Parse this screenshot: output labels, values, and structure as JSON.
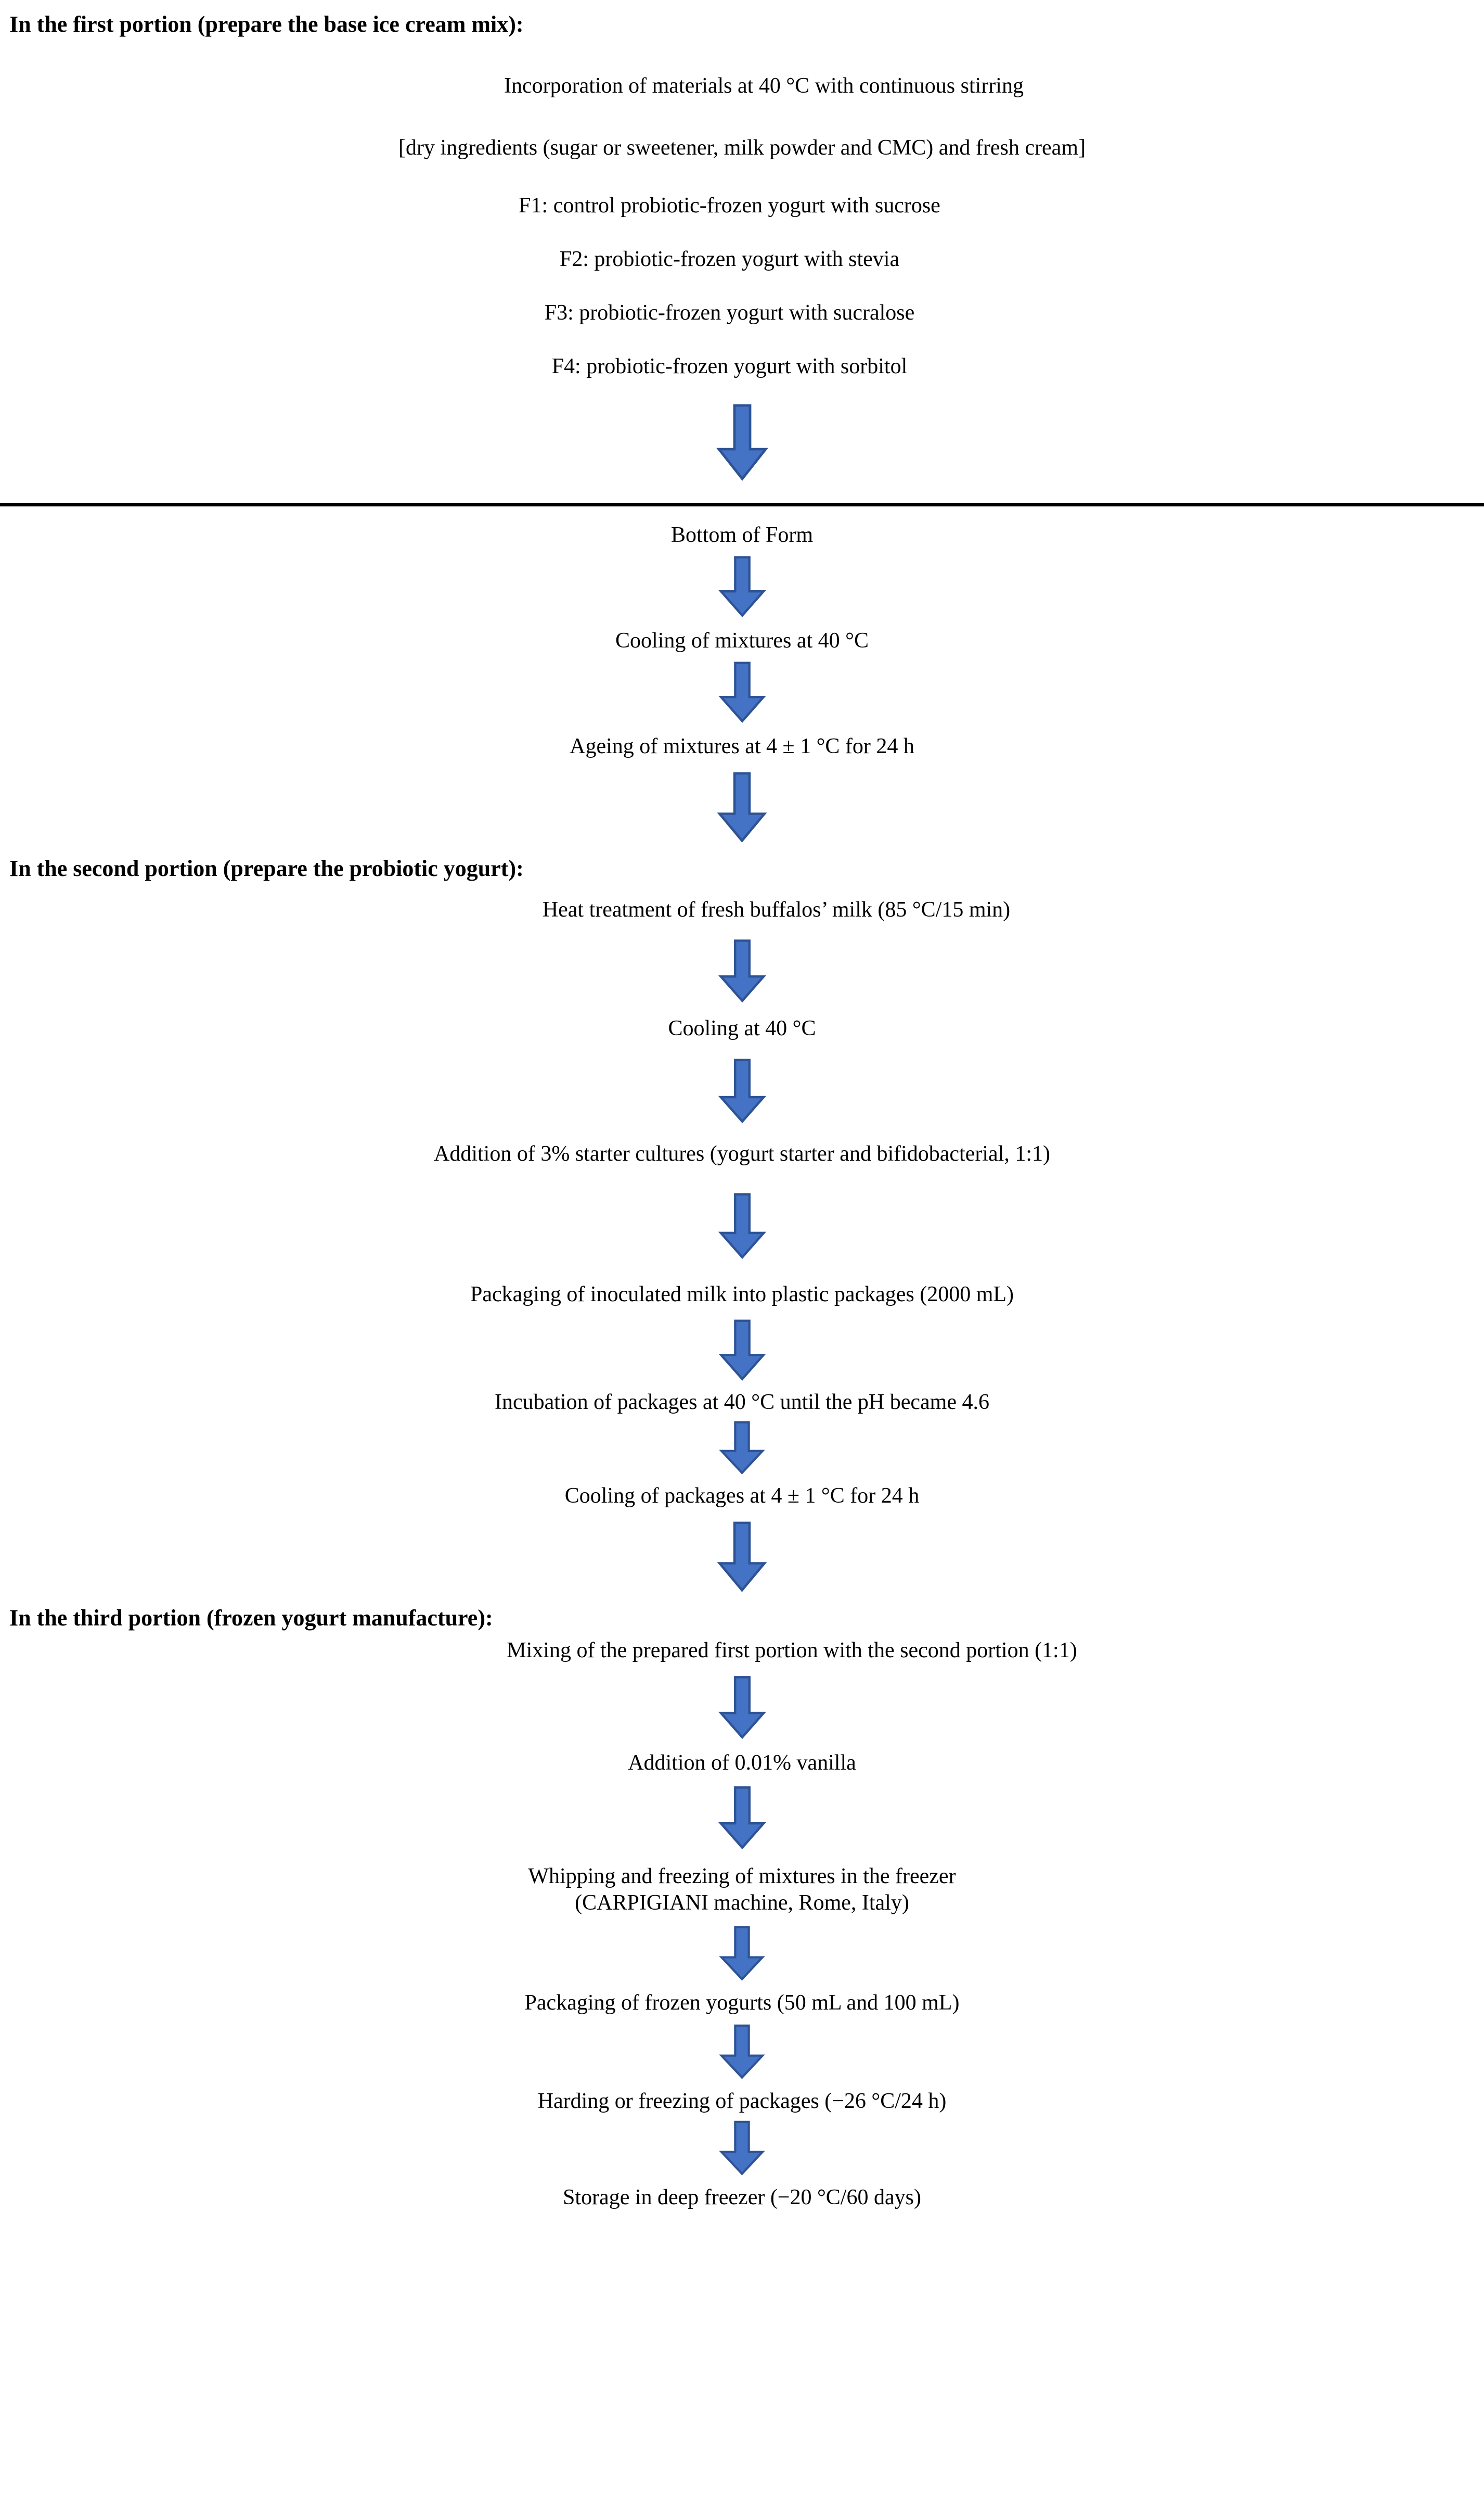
{
  "colors": {
    "arrow_fill": "#4472C4",
    "arrow_outline": "#2E5395",
    "arrow_highlight": "#C7D3EA",
    "text": "#000000",
    "rule": "#000000",
    "background": "#FFFFFF"
  },
  "sections": [
    {
      "id": "first-portion",
      "heading": "In the first portion (prepare the base ice cream mix):",
      "steps": [
        "Incorporation of materials at 40 °C with continuous stirring",
        "[dry ingredients (sugar or sweetener, milk powder and CMC) and fresh cream]",
        "F1: control probiotic-frozen yogurt with sucrose",
        "F2: probiotic-frozen yogurt with stevia",
        "F3: probiotic-frozen yogurt with sucralose",
        "F4: probiotic-frozen yogurt with sorbitol"
      ]
    },
    {
      "id": "form-break",
      "heading": "",
      "steps": [
        "Bottom of Form",
        "Cooling of mixtures at 40 °C",
        "Ageing of mixtures at 4 ± 1 °C for 24 h"
      ]
    },
    {
      "id": "second-portion",
      "heading": "In the second portion (prepare the probiotic yogurt):",
      "steps": [
        "Heat treatment of fresh buffalos’ milk (85 °C/15 min)",
        "Cooling at 40 °C",
        "Addition of 3% starter cultures (yogurt starter and bifidobacterial, 1:1)",
        "Packaging of inoculated milk into plastic packages (2000 mL)",
        "Incubation of packages at 40 °C until the pH became 4.6",
        "Cooling of packages at 4 ± 1 °C for 24 h"
      ]
    },
    {
      "id": "third-portion",
      "heading": "In the third portion (frozen yogurt manufacture):",
      "steps": [
        "Mixing of the prepared first portion with the second portion (1:1)",
        "Addition of 0.01% vanilla",
        "Whipping and freezing of mixtures in the freezer\n(CARPIGIANI machine, Rome, Italy)",
        "Packaging of frozen yogurts (50 mL and 100 mL)",
        "Harding or freezing of packages (−26 °C/24 h)",
        "Storage in deep freezer (−20 °C/60 days)"
      ]
    }
  ],
  "arrow_label": "down-arrow-connector"
}
